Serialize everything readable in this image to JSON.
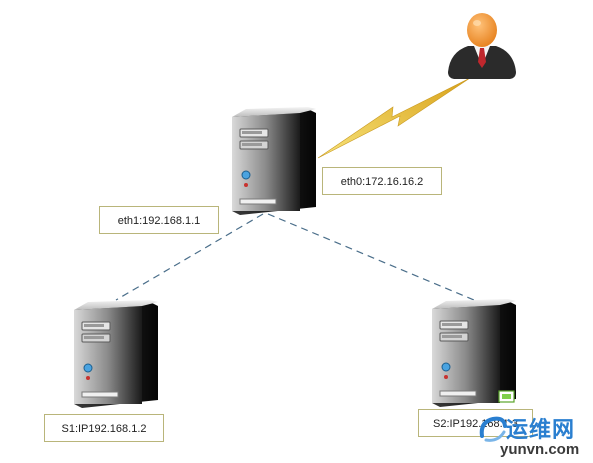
{
  "labels": {
    "eth0": "eth0:172.16.16.2",
    "eth1": "eth1:192.168.1.1",
    "s1": "S1:IP192.168.1.2",
    "s2": "S2:IP192.168.1.3"
  },
  "icons": [
    "server-icon",
    "user-icon",
    "lightning-icon",
    "watermark-logo"
  ],
  "watermark": {
    "cn": "运维网",
    "en": "yunvn.com"
  },
  "colors": {
    "label_border": "#b9b57a",
    "link_dashed": "#4a6e8a",
    "lightning": "#e8c23a",
    "user_head": "#f0962a",
    "user_suit": "#2b2b2b",
    "user_tie": "#c0272d",
    "watermark_blue": "#2a7fd0"
  }
}
